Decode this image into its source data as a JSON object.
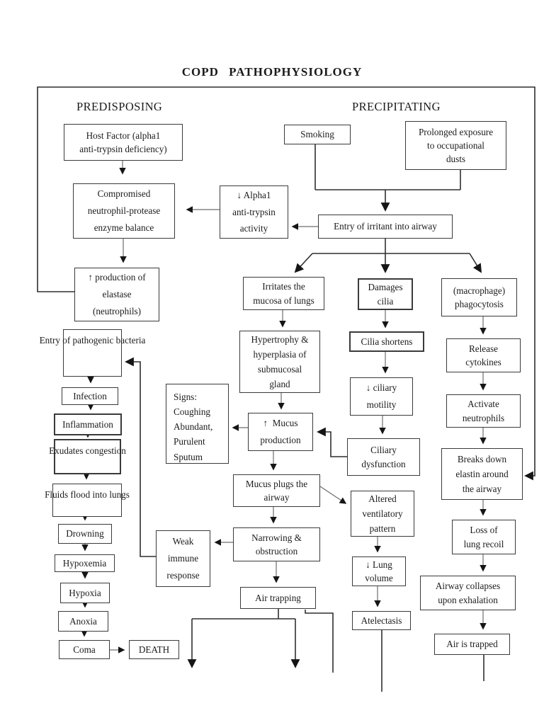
{
  "title": "COPD PATHOPHYSIOLOGY",
  "sections": {
    "predisposing": "PREDISPOSING",
    "precipitating": "PRECIPITATING"
  },
  "nodes": {
    "host_factor": "Host Factor (alpha1\nanti-trypsin deficiency)",
    "smoking": "Smoking",
    "prolonged": "Prolonged exposure\nto occupational\ndusts",
    "compromised": "Compromised\nneutrophil-protease\nenzyme balance",
    "alpha1": "↓ Alpha1\nanti-trypsin\nactivity",
    "entry_irritant": "Entry of irritant into airway",
    "elastase": "↑ production of\nelastase\n(neutrophils)",
    "irritates": "Irritates the\nmucosa of lungs",
    "damages": "Damages\ncilia",
    "macrophage": "(macrophage)\nphagocytosis",
    "bacteria": "Entry of pathogenic bacteria",
    "hypertrophy": "Hypertrophy &\nhyperplasia of\nsubmucosal\ngland",
    "cilia_shortens": "Cilia shortens",
    "release": "Release\ncytokines",
    "infection": "Infection",
    "ciliary_motility": "↓ ciliary\nmotility",
    "activate": "Activate\nneutrophils",
    "inflammation": "Inflammation",
    "signs": "Signs:\nCoughing\nAbundant,\nPurulent\nSputum",
    "mucus_production": "↑  Mucus\nproduction",
    "exudates": "Exudates congestion",
    "ciliary_dysfunction": "Ciliary\ndysfunction",
    "breaks_down": "Breaks down\nelastin around\nthe airway",
    "mucus_plugs": "Mucus plugs the\nairway",
    "altered": "Altered\nventilatory\npattern",
    "fluids": "Fluids flood into lungs",
    "weak_immune": "Weak\nimmune\nresponse",
    "narrowing": "Narrowing &\nobstruction",
    "drowning": "Drowning",
    "loss_recoil": "Loss of\nlung recoil",
    "hypoxemia": "Hypoxemia",
    "lung_volume": "↓ Lung\nvolume",
    "airway_collapses": "Airway collapses\nupon exhalation",
    "hypoxia": "Hypoxia",
    "air_trapping": "Air trapping",
    "anoxia": "Anoxia",
    "atelectasis": "Atelectasis",
    "air_trapped": "Air is trapped",
    "coma": "Coma",
    "death": "DEATH"
  }
}
